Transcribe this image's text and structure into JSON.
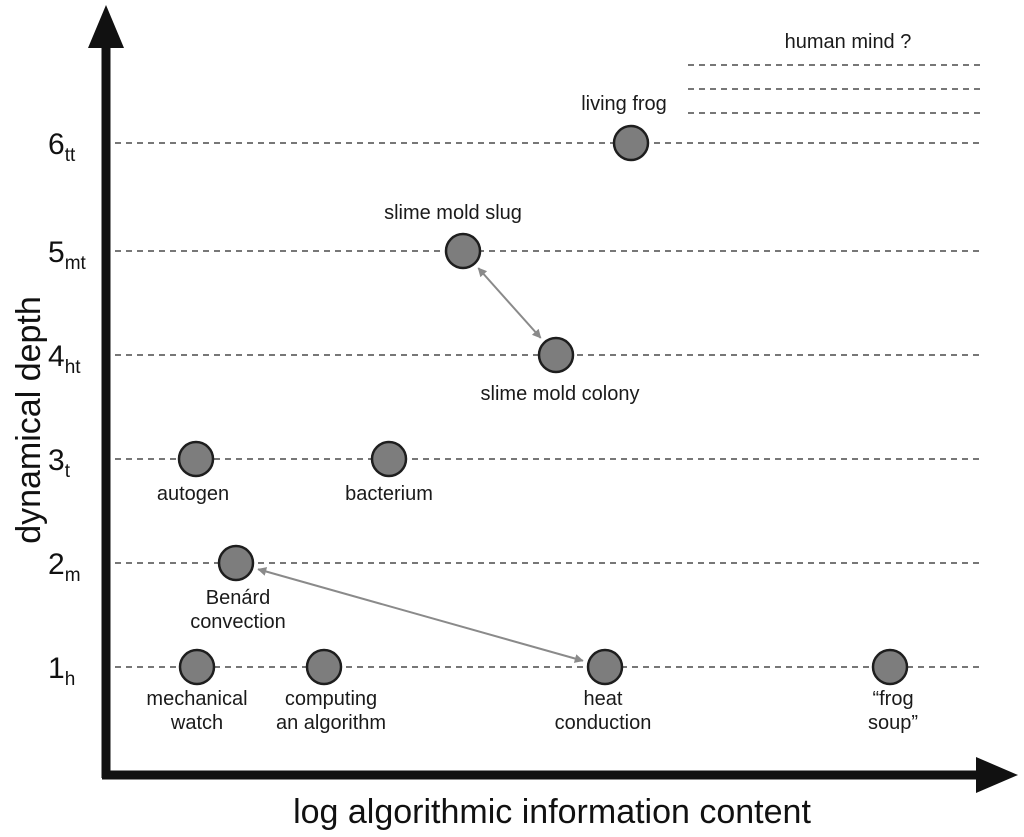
{
  "chart_data": {
    "type": "scatter",
    "xlabel": "log algorithmic information content",
    "ylabel": "dynamical depth",
    "levels": [
      {
        "num": "1",
        "sub": "h",
        "y": 1
      },
      {
        "num": "2",
        "sub": "m",
        "y": 2
      },
      {
        "num": "3",
        "sub": "t",
        "y": 3
      },
      {
        "num": "4",
        "sub": "ht",
        "y": 4
      },
      {
        "num": "5",
        "sub": "mt",
        "y": 5
      },
      {
        "num": "6",
        "sub": "tt",
        "y": 6
      }
    ],
    "points": [
      {
        "id": "mechanical-watch",
        "level": 1,
        "label": [
          "mechanical",
          "watch"
        ]
      },
      {
        "id": "computing-an-algorithm",
        "level": 1,
        "label": [
          "computing",
          "an algorithm"
        ]
      },
      {
        "id": "heat-conduction",
        "level": 1,
        "label": [
          "heat",
          "conduction"
        ]
      },
      {
        "id": "frog-soup",
        "level": 1,
        "label": [
          "“frog",
          "soup”"
        ]
      },
      {
        "id": "benard-convection",
        "level": 2,
        "label": [
          "Benárd",
          "convection"
        ]
      },
      {
        "id": "autogen",
        "level": 3,
        "label": [
          "autogen"
        ]
      },
      {
        "id": "bacterium",
        "level": 3,
        "label": [
          "bacterium"
        ]
      },
      {
        "id": "slime-mold-colony",
        "level": 4,
        "label": [
          "slime mold colony"
        ]
      },
      {
        "id": "slime-mold-slug",
        "level": 5,
        "label": [
          "slime mold slug"
        ]
      },
      {
        "id": "living-frog",
        "level": 6,
        "label": [
          "living frog"
        ]
      }
    ],
    "arrows": [
      {
        "from": "benard-convection",
        "to": "heat-conduction",
        "bidirectional": true
      },
      {
        "from": "slime-mold-slug",
        "to": "slime-mold-colony",
        "bidirectional": true
      }
    ],
    "annotation": "human mind ?",
    "grid": "dashed horizontal lines at each level",
    "colors": {
      "marker_fill": "#7d7d7d",
      "marker_stroke": "#1e1e1e",
      "grid": "#777777",
      "arrow": "#8a8a8a",
      "axis": "#111111"
    }
  }
}
